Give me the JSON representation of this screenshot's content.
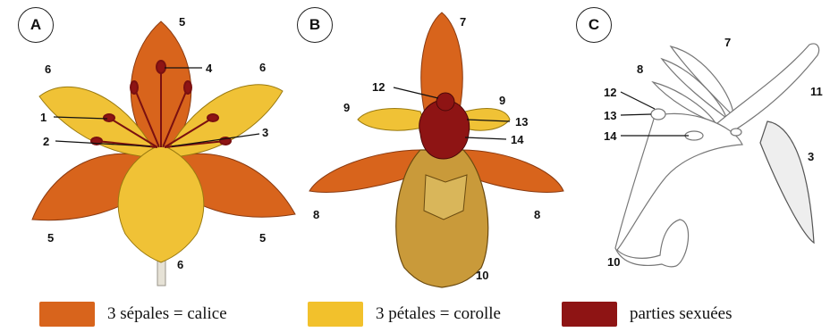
{
  "panels": [
    {
      "letter": "A"
    },
    {
      "letter": "B"
    },
    {
      "letter": "C"
    }
  ],
  "labels": {
    "A": [
      "5",
      "4",
      "6",
      "6",
      "1",
      "2",
      "3",
      "5",
      "5",
      "6"
    ],
    "B": [
      "7",
      "12",
      "9",
      "9",
      "13",
      "14",
      "8",
      "8",
      "10"
    ],
    "C": [
      "7",
      "8",
      "12",
      "13",
      "14",
      "11",
      "3",
      "10"
    ]
  },
  "legend": [
    {
      "label": "3 sépales = calice",
      "color": "#d8641c"
    },
    {
      "label": "3 pétales = corolle",
      "color": "#f2c12c"
    },
    {
      "label": "parties sexuées",
      "color": "#8e1414"
    }
  ],
  "colors": {
    "sepal": "#d8641c",
    "sepal_light": "#ea8a3a",
    "petal": "#f0c236",
    "petal_light": "#f6da6a",
    "sexual": "#8e1414",
    "lip": "#c99a3a",
    "outline": "#222222"
  }
}
